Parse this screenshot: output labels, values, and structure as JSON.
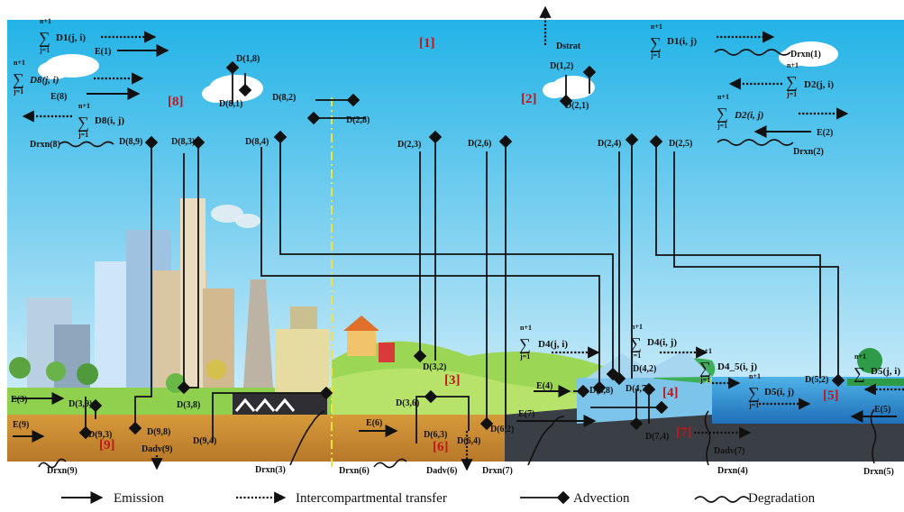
{
  "compartments": {
    "c1": "[1]",
    "c2": "[2]",
    "c3": "[3]",
    "c4": "[4]",
    "c5": "[5]",
    "c6": "[6]",
    "c7": "[7]",
    "c8": "[8]",
    "c9": "[9]"
  },
  "sums": {
    "upper": "n+1",
    "lower": "j=1",
    "sigma": "∑"
  },
  "air_labels": {
    "d1ji": "D1(j, i)",
    "e1": "E(1)",
    "d8ji": "D8(j, i)",
    "e8": "E(8)",
    "d8ij": "D8(i, j)",
    "drxn8": "Drxn(8)",
    "d18": "D(1,8)",
    "d81": "D(8,1)",
    "d82": "D(8,2)",
    "d28": "D(2,8)",
    "dstrat": "Dstrat",
    "d12": "D(1,2)",
    "d21": "D(2,1)",
    "d1ij": "D1(i, j)",
    "drxn1": "Drxn(1)",
    "d2ji": "D2(j, i)",
    "d2ij": "D2(i, j)",
    "e2": "E(2)",
    "drxn2": "Drxn(2)"
  },
  "advection_labels": {
    "d89": "D(8,9)",
    "d83": "D(8,3)",
    "d84": "D(8,4)",
    "d23": "D(2,3)",
    "d26": "D(2,6)",
    "d24": "D(2,4)",
    "d25": "D(2,5)",
    "d39": "D(3,9)",
    "d93": "D(9,3)",
    "d98": "D(9,8)",
    "d38": "D(3,8)",
    "d94": "D(9,4)",
    "d32": "D(3,2)",
    "d36": "D(3,6)",
    "d63": "D(6,3)",
    "d64": "D(6,4)",
    "d62": "D(6,2)",
    "d48": "D(4,8)",
    "d42": "D(4,2)",
    "d47": "D(4,7)",
    "d74": "D(7,4)",
    "d52": "D(5,2)"
  },
  "surface_labels": {
    "d4ji": "D4(j, i)",
    "d4ij": "D4(i, j)",
    "d45ij": "D4_5(i, j)",
    "d5ij": "D5(i, j)",
    "d5ji": "D5(j, i)",
    "e3": "E(3)",
    "e9": "E(9)",
    "e6": "E(6)",
    "e4": "E(4)",
    "e7": "E(7)",
    "e5": "E(5)",
    "dadv9": "Dadv(9)",
    "dadv6": "Dadv(6)",
    "dadv7": "Dadv(7)",
    "drxn9": "Drxn(9)",
    "drxn3": "Drxn(3)",
    "drxn6": "Drxn(6)",
    "drxn7": "Drxn(7)",
    "drxn4": "Drxn(4)",
    "drxn5": "Drxn(5)"
  },
  "legend": {
    "emission": "Emission",
    "transfer": "Intercompartmental transfer",
    "advection": "Advection",
    "degradation": "Degradation"
  },
  "colors": {
    "sky_top": "#2fb7e6",
    "sky_bottom": "#d9f1fb",
    "grass": "#8fd14f",
    "soil": "#c98b2e",
    "sediment": "#3a3f45",
    "water": "#2b8fd6",
    "compartment_label": "#c0161c",
    "divider": "#f1e33c"
  }
}
